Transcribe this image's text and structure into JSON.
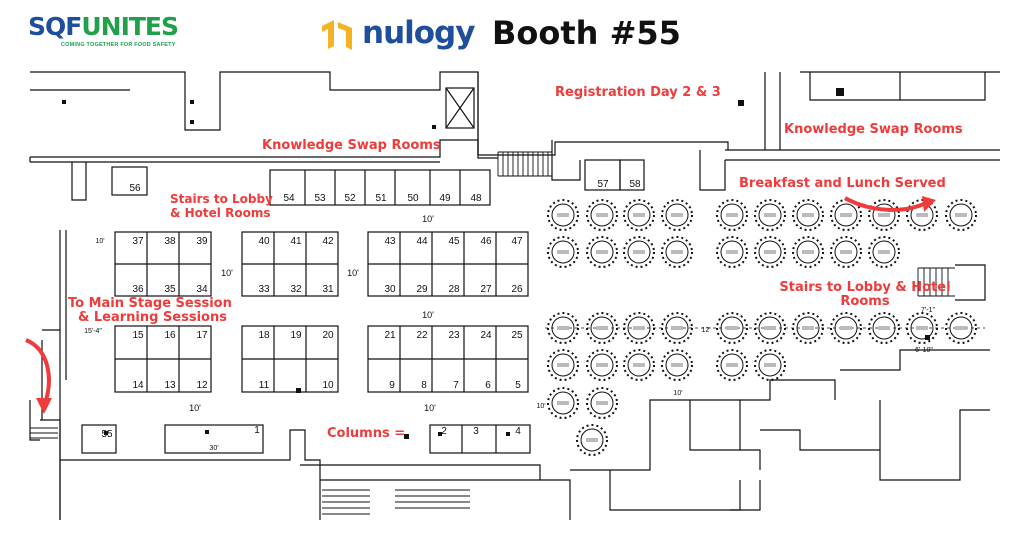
{
  "header": {
    "sqf_logo": {
      "word_part1": "SQF",
      "word_part2": "UNITES",
      "tagline": "COMING TOGETHER FOR FOOD SAFETY",
      "color_blue": "#1f4e9c",
      "color_green": "#20a04a"
    },
    "nulogy_logo": {
      "word": "nulogy",
      "icon": "nulogy-bracket-icon",
      "color_text": "#1f4e9c",
      "color_icon": "#f5b324"
    },
    "booth_title": "Booth #55"
  },
  "colors": {
    "annotation": "#ef3b3b",
    "lines": "#111111"
  },
  "annotations": {
    "registration": "Registration Day 2 & 3",
    "ks_left": "Knowledge Swap Rooms",
    "ks_right": "Knowledge Swap Rooms",
    "breakfast": "Breakfast and Lunch Served",
    "stairs_left_1": "Stairs to Lobby",
    "stairs_left_2": "& Hotel Rooms",
    "stairs_right_1": "Stairs to Lobby & Hotel",
    "stairs_right_2": "Rooms",
    "main_stage_1": "To Main Stage Session",
    "main_stage_2": "& Learning Sessions",
    "columns": "Columns ="
  },
  "booths": {
    "row_top": [
      "54",
      "53",
      "52",
      "51",
      "50",
      "49",
      "48"
    ],
    "block1_top": [
      "37",
      "38",
      "39"
    ],
    "block1_bot": [
      "36",
      "35",
      "34"
    ],
    "block2_top": [
      "40",
      "41",
      "42"
    ],
    "block2_bot": [
      "33",
      "32",
      "31"
    ],
    "block3_top": [
      "43",
      "44",
      "45",
      "46",
      "47"
    ],
    "block3_bot": [
      "30",
      "29",
      "28",
      "27",
      "26"
    ],
    "block4_top": [
      "15",
      "16",
      "17"
    ],
    "block4_bot": [
      "14",
      "13",
      "12"
    ],
    "block5_top": [
      "18",
      "19",
      "20"
    ],
    "block5_bot": [
      "11",
      "",
      "10"
    ],
    "block6_top": [
      "21",
      "22",
      "23",
      "24",
      "25"
    ],
    "block6_bot": [
      "9",
      "8",
      "7",
      "6",
      "5"
    ],
    "bottom_row": [
      "2",
      "3",
      "4"
    ],
    "bottom_long": "1",
    "b56": "56",
    "b57": "57",
    "b58": "58",
    "b55": "55"
  },
  "dimensions": {
    "d1": "10'",
    "d2": "10'",
    "d3": "10'",
    "d4": "10'",
    "d5": "10'",
    "d6": "10'",
    "d7": "10'",
    "d8": "30'",
    "d9": "10'",
    "d10": "15'-4\"",
    "d11": "10'",
    "d12": "7'-1\"",
    "d13": "6'-10\"",
    "d14": "12'"
  }
}
